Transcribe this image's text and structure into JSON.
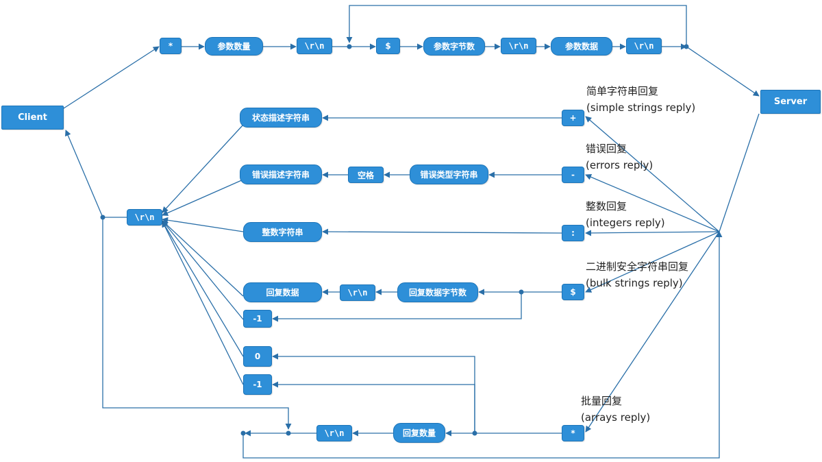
{
  "colors": {
    "node_fill": "#2e8fd8",
    "node_border": "#1c74b8",
    "node_text": "#ffffff",
    "edge": "#2a6fa8",
    "label_text": "#222222"
  },
  "endpoints": {
    "client": "Client",
    "server": "Server"
  },
  "request": {
    "star": "*",
    "arg_count": "参数数量",
    "crlf_1": "\\r\\n",
    "dollar": "$",
    "arg_bytes": "参数字节数",
    "crlf_2": "\\r\\n",
    "arg_data": "参数数据",
    "crlf_3": "\\r\\n"
  },
  "reply_types": {
    "plus": "+",
    "minus": "-",
    "colon": ":",
    "dollar": "$",
    "star": "*"
  },
  "reply_labels": {
    "simple": {
      "zh": "简单字符串回复",
      "en": "(simple strings reply)"
    },
    "errors": {
      "zh": "错误回复",
      "en": "(errors reply)"
    },
    "integers": {
      "zh": "整数回复",
      "en": "(integers reply)"
    },
    "bulk": {
      "zh": "二进制安全字符串回复",
      "en": "(bulk strings reply)"
    },
    "arrays": {
      "zh": "批量回复",
      "en": "(arrays reply)"
    }
  },
  "reply_nodes": {
    "status_string": "状态描述字符串",
    "error_desc": "错误描述字符串",
    "space": "空格",
    "error_type": "错误类型字符串",
    "integer_string": "整数字符串",
    "reply_data": "回复数据",
    "crlf_bulk": "\\r\\n",
    "reply_bytes": "回复数据字节数",
    "neg_one_bulk": "-1",
    "zero": "0",
    "neg_one_array": "-1",
    "crlf_array": "\\r\\n",
    "reply_count": "回复数量",
    "crlf_main": "\\r\\n"
  }
}
